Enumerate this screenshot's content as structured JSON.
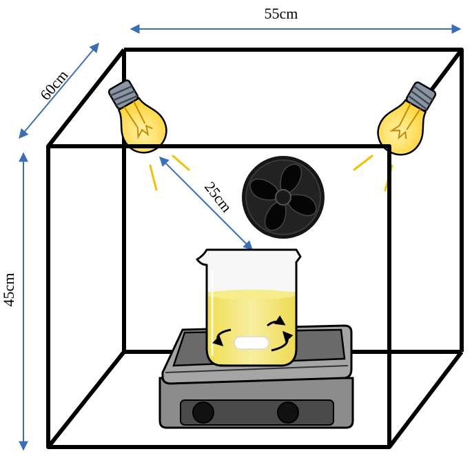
{
  "dimensions": {
    "width_label": "55cm",
    "depth_label": "60cm",
    "height_label": "45cm",
    "distance_label": "25cm"
  },
  "colors": {
    "frame": "#000000",
    "arrow": "#3a6fb8",
    "bulb_glass": "#ffd84a",
    "bulb_base": "#8a94a3",
    "ray": "#f2c200",
    "liquid": "#ffe500",
    "fan": "#111111",
    "stirrer_body": "#8c8c8c",
    "stirrer_plate": "#5a5a5a"
  },
  "icons": {
    "left_bulb": "light-bulb-icon",
    "right_bulb": "light-bulb-icon",
    "fan": "fan-icon",
    "beaker": "beaker-icon",
    "stirrer": "magnetic-stirrer-icon",
    "stir_bar": "stir-bar-icon",
    "rotation": "rotation-arrows-icon"
  }
}
